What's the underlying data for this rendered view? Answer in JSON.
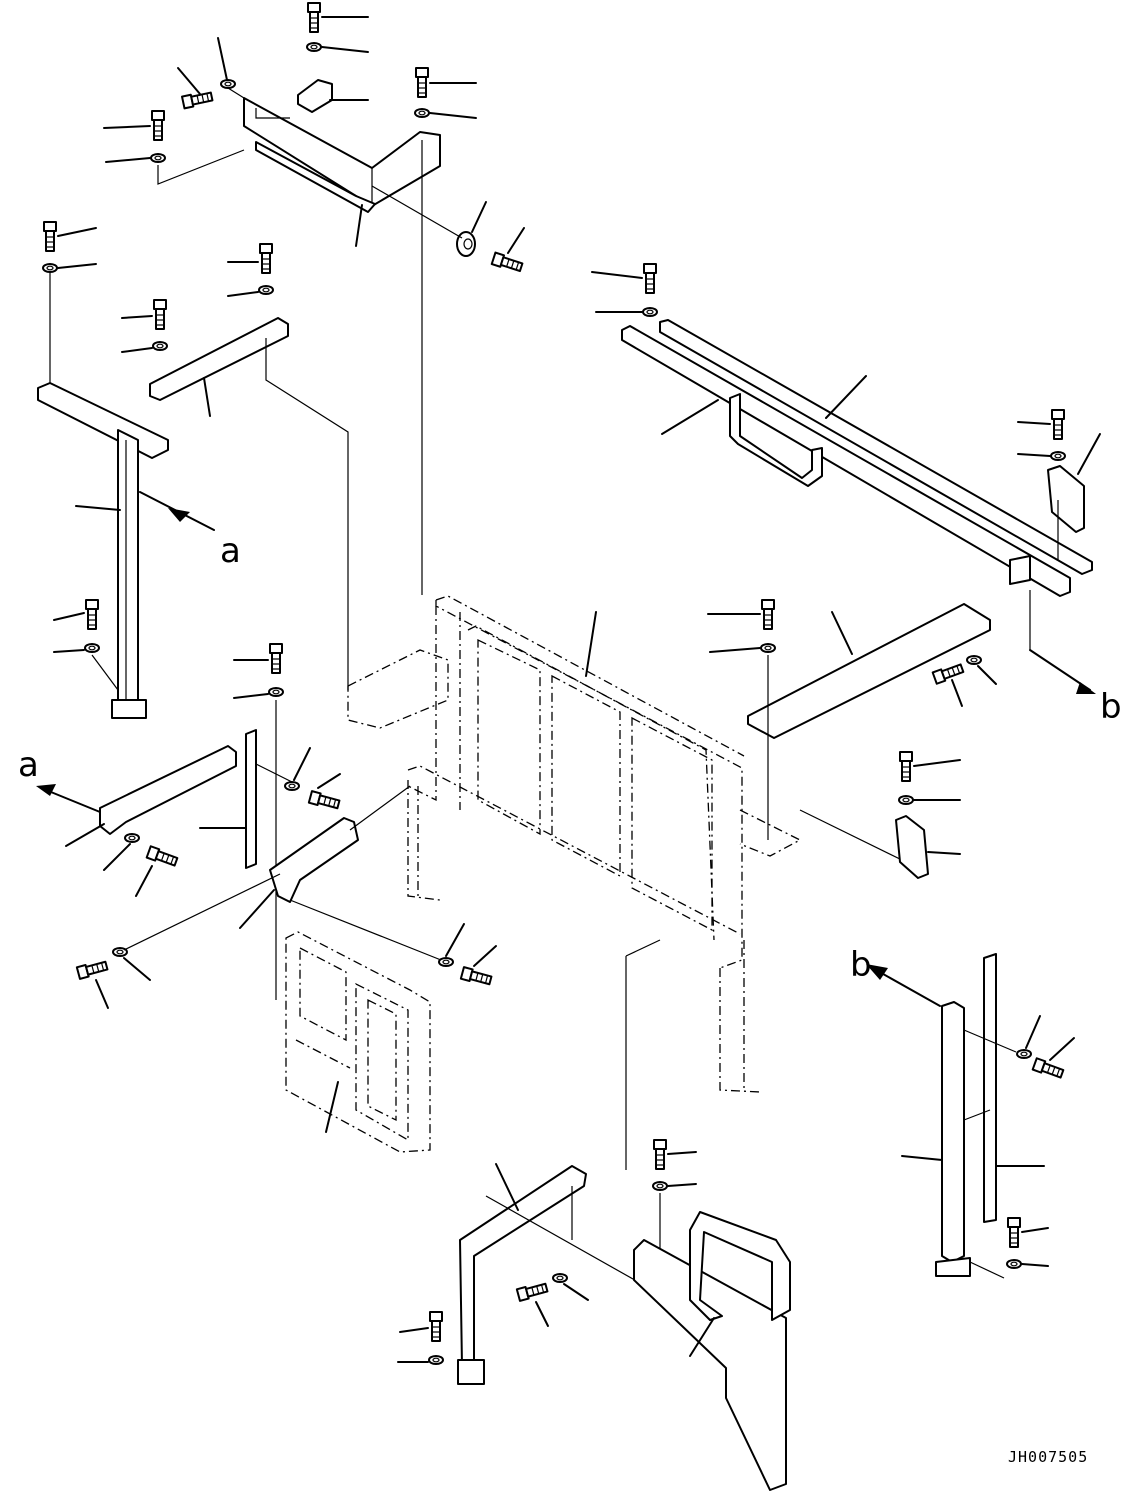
{
  "diagram": {
    "drawing_code": "JH007505",
    "view_labels": {
      "a": "a",
      "b": "b"
    }
  }
}
